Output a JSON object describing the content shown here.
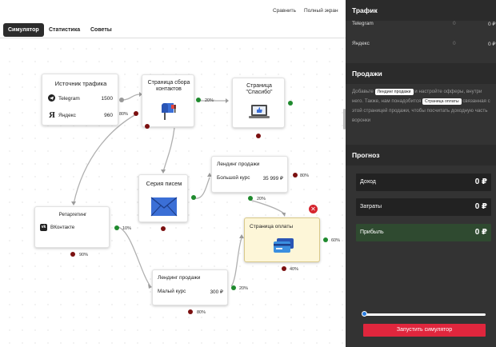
{
  "topbar": {
    "compare": "Сравнить",
    "fullscreen": "Полный экран"
  },
  "tabs": [
    {
      "label": "Симулятор",
      "active": true
    },
    {
      "label": "Статистика",
      "active": false
    },
    {
      "label": "Советы",
      "active": false
    }
  ],
  "nodes": {
    "source": {
      "title": "Источник трафика",
      "rows": [
        {
          "name": "Telegram",
          "value": "1500",
          "icon": "telegram-icon"
        },
        {
          "name": "Яндекс",
          "value": "960",
          "icon": "yandex-icon"
        }
      ]
    },
    "capture": {
      "title": "Страница сбора контактов",
      "icon": "mailbox-icon"
    },
    "thanks": {
      "title": "Страница \"Спасибо\"",
      "icon": "laptop-like-icon"
    },
    "emails": {
      "title": "Серия писем",
      "icon": "envelope-icon"
    },
    "landing_big": {
      "title": "Лендинг продажи",
      "product": "Большой курс",
      "price": "35 999 ₽"
    },
    "retarget": {
      "title": "Ретаргетинг",
      "row": "ВКонтакте",
      "icon": "vk-icon"
    },
    "payment": {
      "title": "Страница оплаты",
      "icon": "credit-card-icon"
    },
    "landing_small": {
      "title": "Лендинг продажи",
      "product": "Малый курс",
      "price": "300 ₽"
    }
  },
  "percents": {
    "source_yandex": "80%",
    "capture_out": "20%",
    "landing_big_right": "80%",
    "landing_big_out": "20%",
    "retarget_out": "10%",
    "retarget_bottom": "90%",
    "payment_right": "60%",
    "payment_bottom": "40%",
    "landing_small_out": "20%",
    "landing_small_bottom": "80%"
  },
  "panel": {
    "traffic": {
      "header": "Трафик",
      "rows": [
        {
          "name": "Telegram",
          "count": "0",
          "money": "0 ₽"
        },
        {
          "name": "Яндекс",
          "count": "0",
          "money": "0 ₽"
        }
      ]
    },
    "sales": {
      "header": "Продажи",
      "text_1": "Добавьте",
      "chip_1": "Лендинг продажи",
      "text_2": "и настройте офферы, внутри него. Также, нам понадобится",
      "chip_2": "Страница оплаты",
      "text_3": "связанная с этой страницей продажи, чтобы посчитать доходную часть воронки"
    },
    "forecast": {
      "header": "Прогноз",
      "income_label": "Доход",
      "income_value": "0 ₽",
      "costs_label": "Затраты",
      "costs_value": "0 ₽",
      "profit_label": "Прибыль",
      "profit_value": "0 ₽"
    },
    "run_label": "Запустить симулятор",
    "slider_value": 0
  },
  "colors": {
    "accent_red": "#e0263d",
    "profit_green": "#2f4a30",
    "node_highlight": "#fdf6d8",
    "link_green": "#1f8a2e",
    "link_red": "#7b1010"
  }
}
